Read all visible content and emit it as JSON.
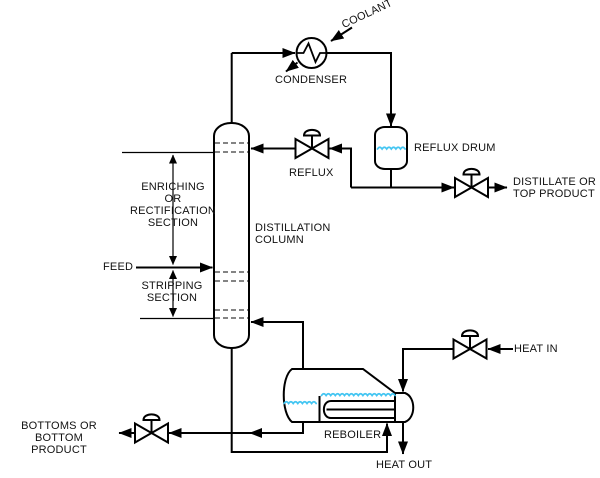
{
  "diagram": {
    "title": "Distillation column process flow diagram",
    "colors": {
      "line": "#000000",
      "liquid_level": "#45c6f2",
      "background": "#ffffff"
    },
    "labels": {
      "coolant": "COOLANT",
      "condenser": "CONDENSER",
      "reflux_drum": "REFLUX DRUM",
      "reflux": "REFLUX",
      "distillate_line1": "DISTILLATE OR",
      "distillate_line2": "TOP PRODUCT",
      "column_line1": "DISTILLATION",
      "column_line2": "COLUMN",
      "enriching_line1": "ENRICHING",
      "enriching_line2": "OR",
      "enriching_line3": "RECTIFICATION",
      "enriching_line4": "SECTION",
      "feed": "FEED",
      "stripping_line1": "STRIPPING",
      "stripping_line2": "SECTION",
      "heat_in": "HEAT IN",
      "heat_out": "HEAT OUT",
      "reboiler": "REBOILER",
      "bottoms_line1": "BOTTOMS OR",
      "bottoms_line2": "BOTTOM PRODUCT"
    }
  }
}
